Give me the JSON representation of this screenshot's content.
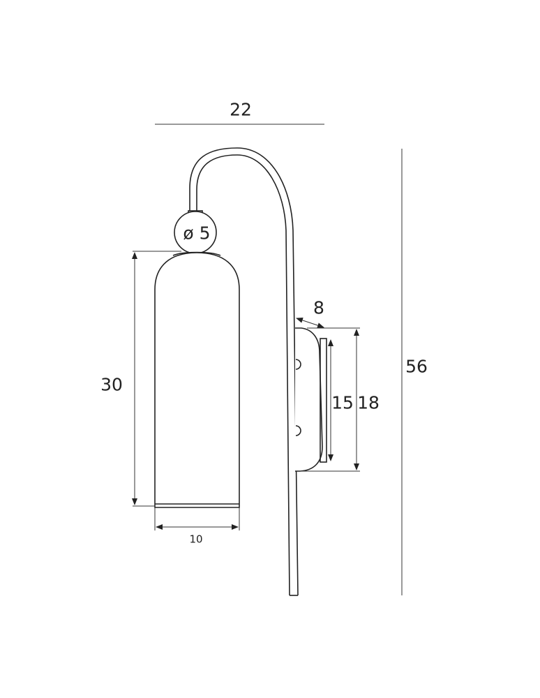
{
  "dimensions": {
    "width_total": "22",
    "height_total": "56",
    "shade_height": "30",
    "shade_diameter": "10",
    "ball_diameter": "ø 5",
    "plate_depth": "8",
    "plate_inner_height": "15",
    "plate_outer_height": "18"
  },
  "colors": {
    "line": "#222222",
    "dimension": "#333333",
    "background": "#ffffff"
  }
}
